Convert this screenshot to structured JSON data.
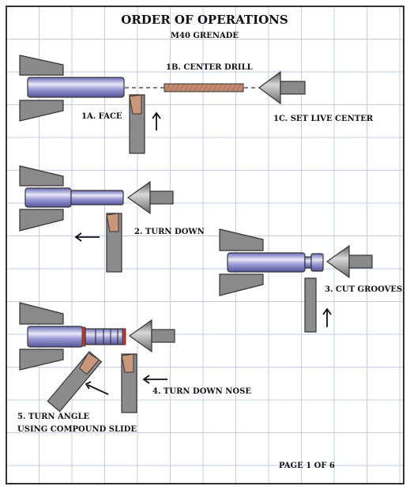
{
  "title": "ORDER OF OPERATIONS",
  "subtitle": "M40 GRENADE",
  "steps": {
    "face": "1A. FACE",
    "center_drill": "1B. CENTER DRILL",
    "live_center": "1C. SET LIVE CENTER",
    "turn_down": "2. TURN DOWN",
    "cut_grooves": "3. CUT GROOVES",
    "turn_down_nose": "4. TURN DOWN NOSE",
    "turn_angle_line1": "5. TURN ANGLE",
    "turn_angle_line2": "USING COMPOUND SLIDE"
  },
  "footer": {
    "page": "PAGE 1 OF 6"
  },
  "colors": {
    "grid": "#c9cbe6",
    "border": "#333333",
    "stock": "#8f8fd0",
    "stock_highlight": "#e6e6f6",
    "stock_dark": "#555599",
    "chuck": "#8a8a8a",
    "tool": "#8c8c8c",
    "tool_tip": "#c9977a",
    "drill": "#c08a70",
    "groove_red": "#c0392b"
  }
}
